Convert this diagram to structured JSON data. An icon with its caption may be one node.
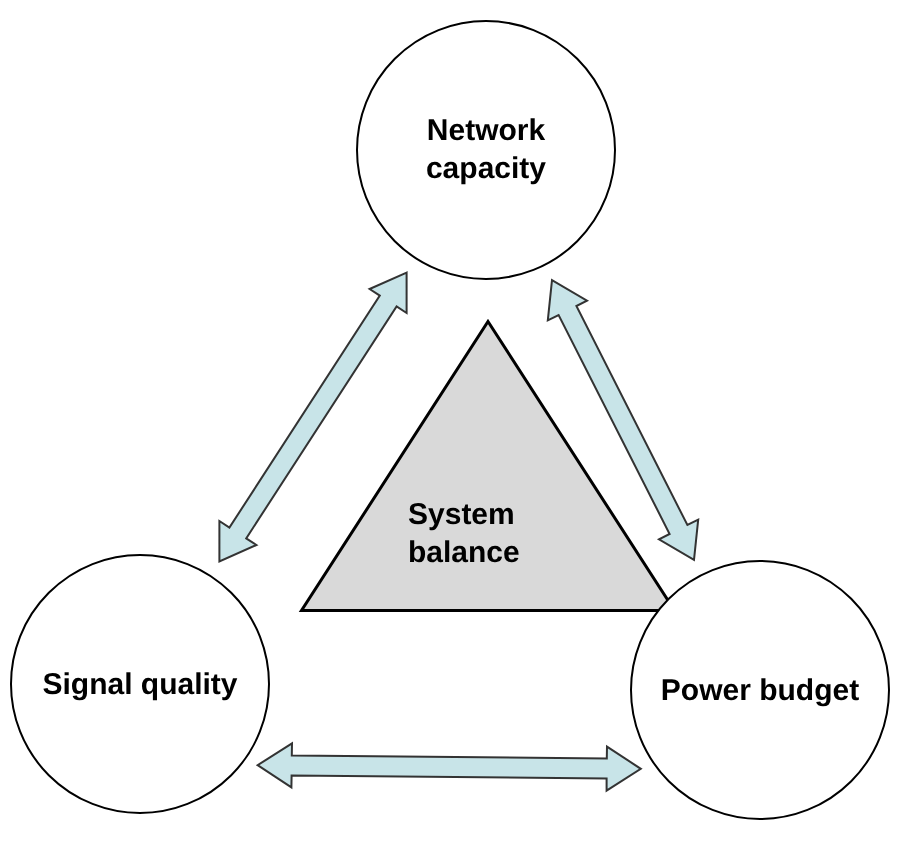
{
  "diagram": {
    "nodes": [
      {
        "text": [
          "Network capacity"
        ]
      },
      {
        "text": [
          "System balance"
        ]
      },
      {
        "text": [
          "Signal quality"
        ]
      },
      {
        "text": [
          "Power budget"
        ]
      }
    ],
    "edges": [
      {
        "from": 0,
        "to": 2,
        "arrow": "both",
        "style": "thick"
      },
      {
        "from": 0,
        "to": 3,
        "arrow": "both",
        "style": "thick"
      },
      {
        "from": 2,
        "to": 3,
        "arrow": "both",
        "style": "thick"
      }
    ]
  }
}
